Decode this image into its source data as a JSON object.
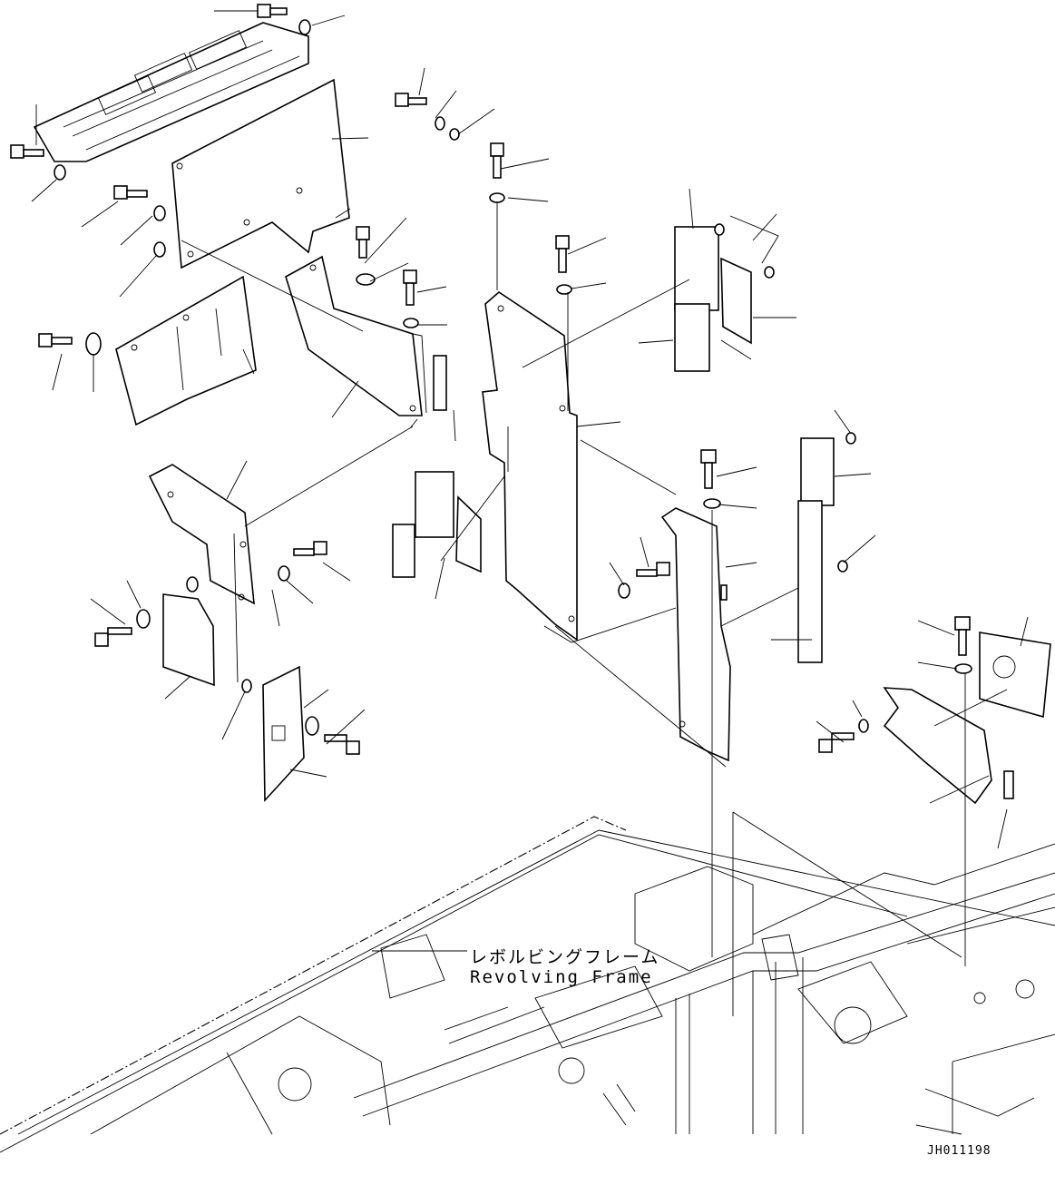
{
  "diagram": {
    "callout_jp": "レボルビングフレーム",
    "callout_en": "Revolving Frame",
    "drawing_code": "JH011198"
  }
}
